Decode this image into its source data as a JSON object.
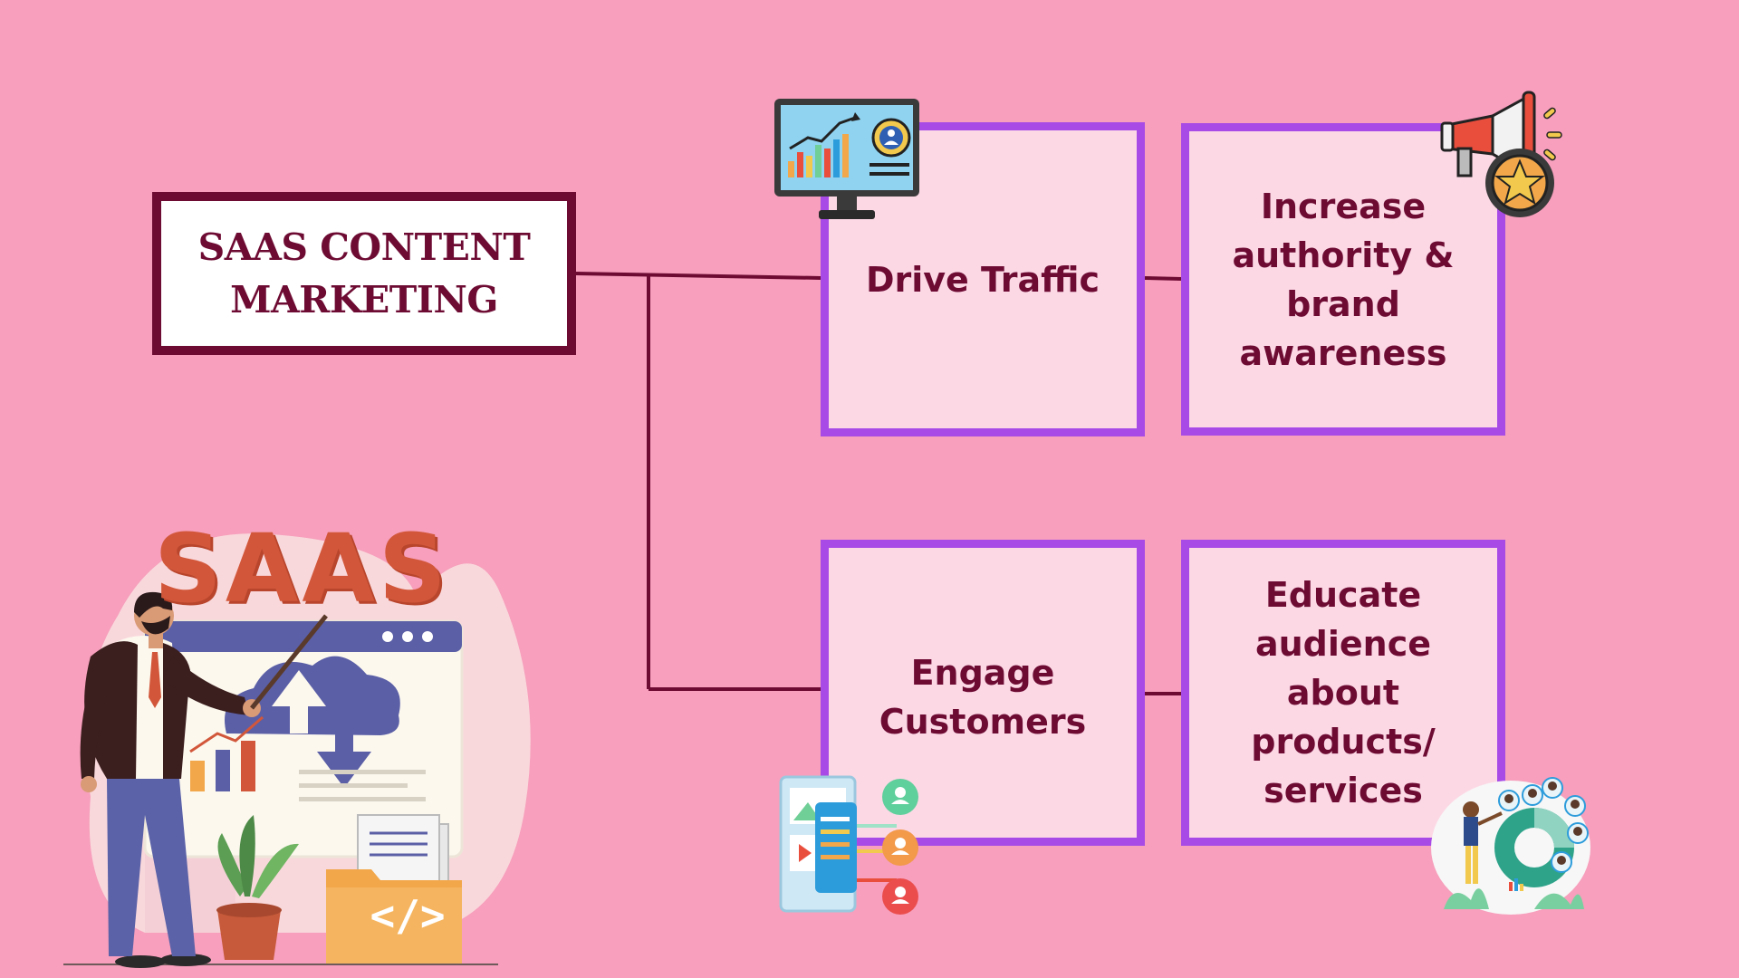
{
  "title": "SAAS CONTENT\nMARKETING",
  "goals": [
    {
      "label": "Drive Traffic"
    },
    {
      "label": "Increase\nauthority &\nbrand\nawareness"
    },
    {
      "label": "Engage\nCustomers"
    },
    {
      "label": "Educate\naudience\nabout\nproducts/\nservices"
    }
  ],
  "illustration": {
    "saas_word": "SAAS",
    "code_symbol": "</>"
  },
  "colors": {
    "background": "#F79FBC",
    "maroon": "#6E0B33",
    "box_border": "#A84BE6",
    "box_fill": "#FCD8E5",
    "saas_orange": "#D2573A"
  },
  "icons": [
    "analytics-monitor-icon",
    "megaphone-icon",
    "customer-engagement-icon",
    "audience-education-icon"
  ]
}
